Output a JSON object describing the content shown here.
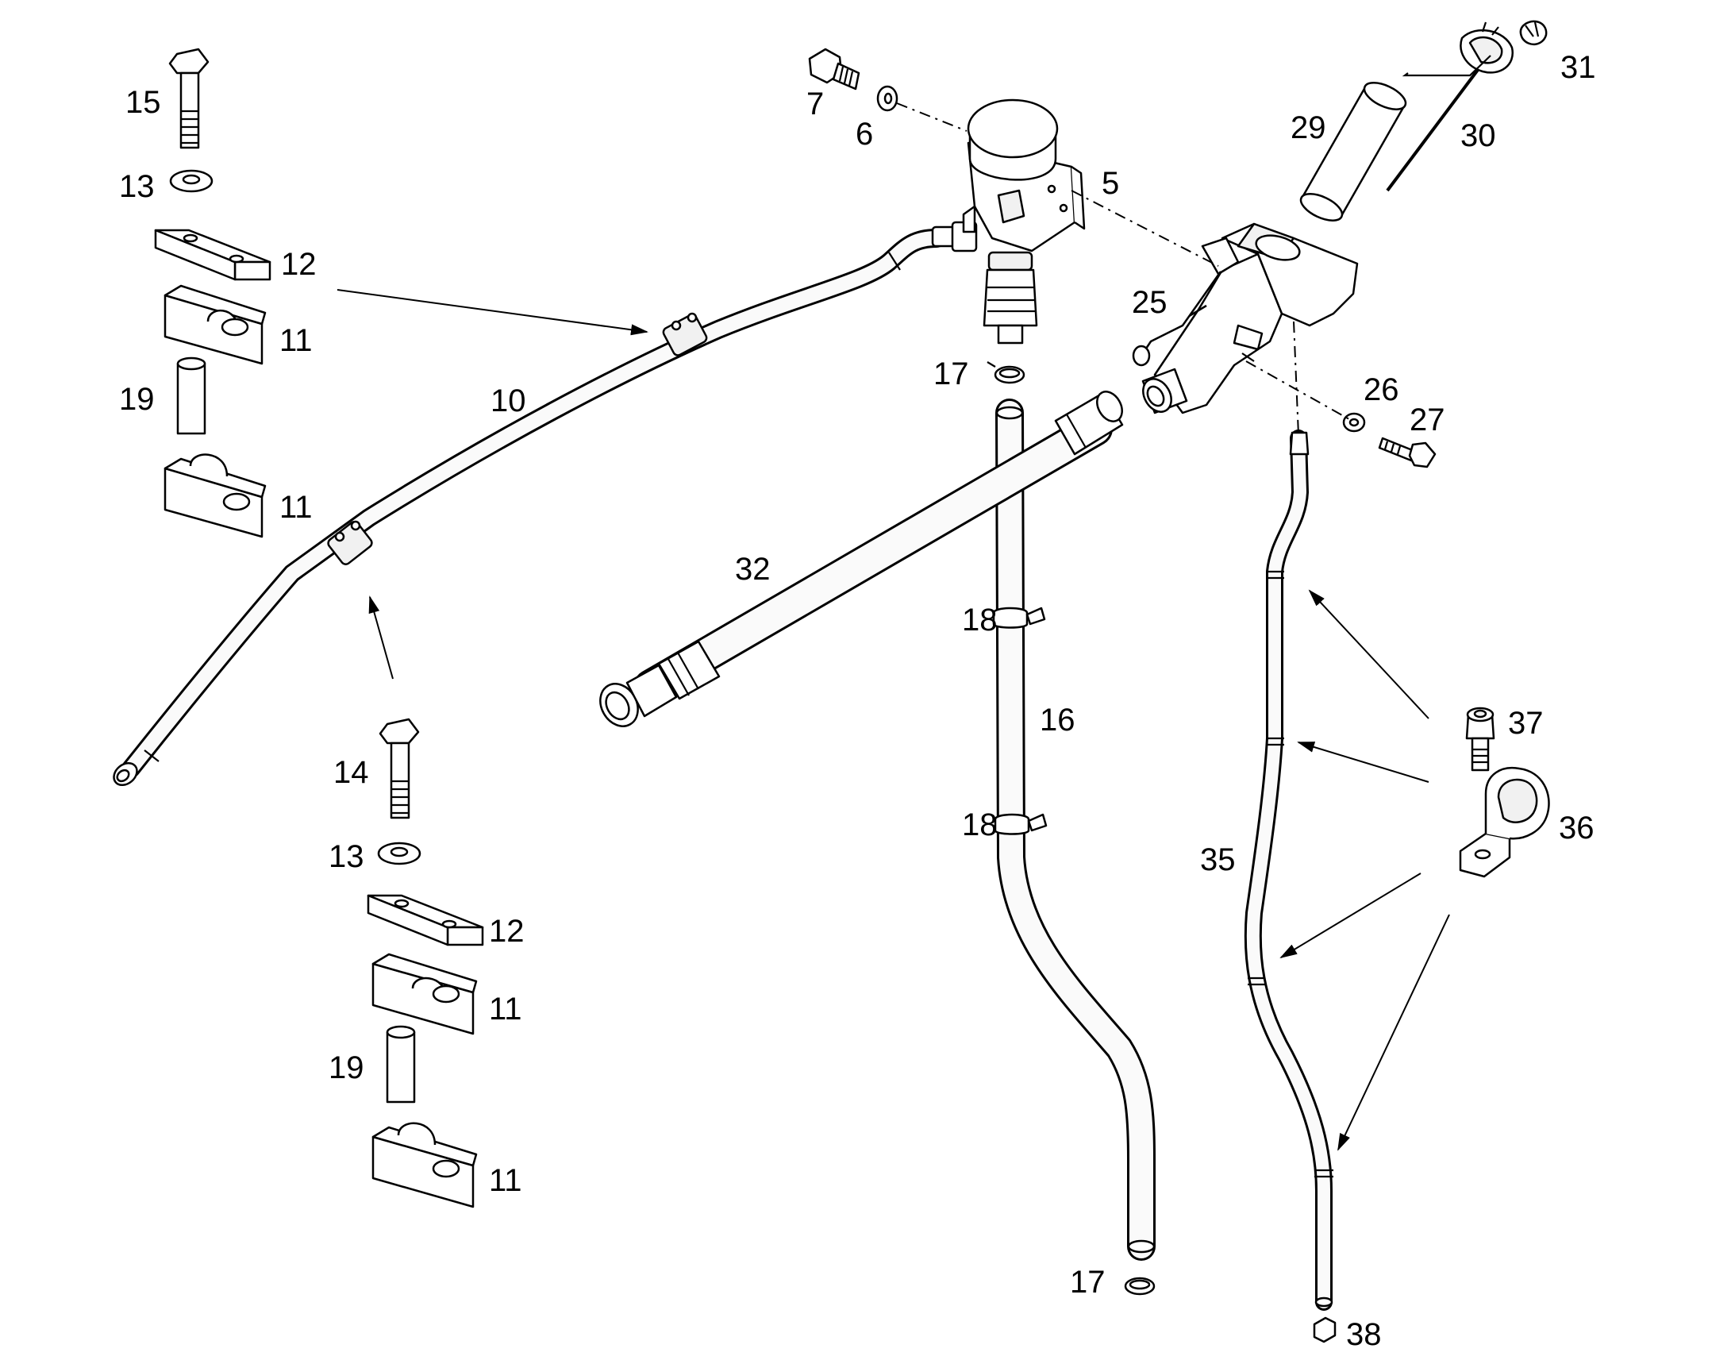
{
  "callouts": {
    "c5": "5",
    "c6": "6",
    "c7": "7",
    "c10": "10",
    "c11a": "11",
    "c11b": "11",
    "c11c": "11",
    "c11d": "11",
    "c12a": "12",
    "c12b": "12",
    "c13a": "13",
    "c13b": "13",
    "c14": "14",
    "c15": "15",
    "c16": "16",
    "c17a": "17",
    "c17b": "17",
    "c18a": "18",
    "c18b": "18",
    "c19a": "19",
    "c19b": "19",
    "c25": "25",
    "c26": "26",
    "c27": "27",
    "c29": "29",
    "c30": "30",
    "c31": "31",
    "c32": "32",
    "c35": "35",
    "c36": "36",
    "c37": "37",
    "c38": "38"
  }
}
